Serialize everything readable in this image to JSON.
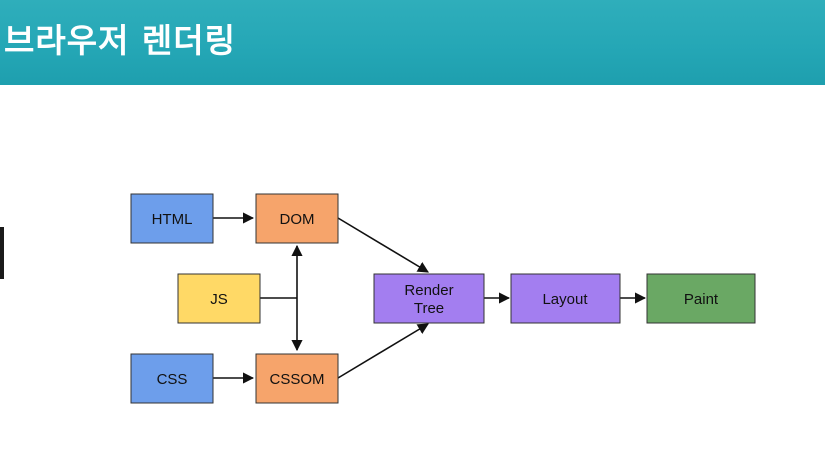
{
  "page": {
    "title": "브라우저 렌더링"
  },
  "diagram": {
    "nodes": {
      "html": {
        "label": "HTML",
        "color": "#6d9eeb"
      },
      "dom": {
        "label": "DOM",
        "color": "#f6a46b"
      },
      "js": {
        "label": "JS",
        "color": "#ffd966"
      },
      "css": {
        "label": "CSS",
        "color": "#6d9eeb"
      },
      "cssom": {
        "label": "CSSOM",
        "color": "#f6a46b"
      },
      "render_tree": {
        "label_line1": "Render",
        "label_line2": "Tree",
        "color": "#a37ef0"
      },
      "layout": {
        "label": "Layout",
        "color": "#a37ef0"
      },
      "paint": {
        "label": "Paint",
        "color": "#6aa864"
      }
    },
    "edges": [
      {
        "from": "HTML",
        "to": "DOM"
      },
      {
        "from": "CSS",
        "to": "CSSOM"
      },
      {
        "from": "JS",
        "to": "DOM"
      },
      {
        "from": "JS",
        "to": "CSSOM"
      },
      {
        "from": "DOM",
        "to": "Render Tree"
      },
      {
        "from": "CSSOM",
        "to": "Render Tree"
      },
      {
        "from": "Render Tree",
        "to": "Layout"
      },
      {
        "from": "Layout",
        "to": "Paint"
      }
    ]
  }
}
